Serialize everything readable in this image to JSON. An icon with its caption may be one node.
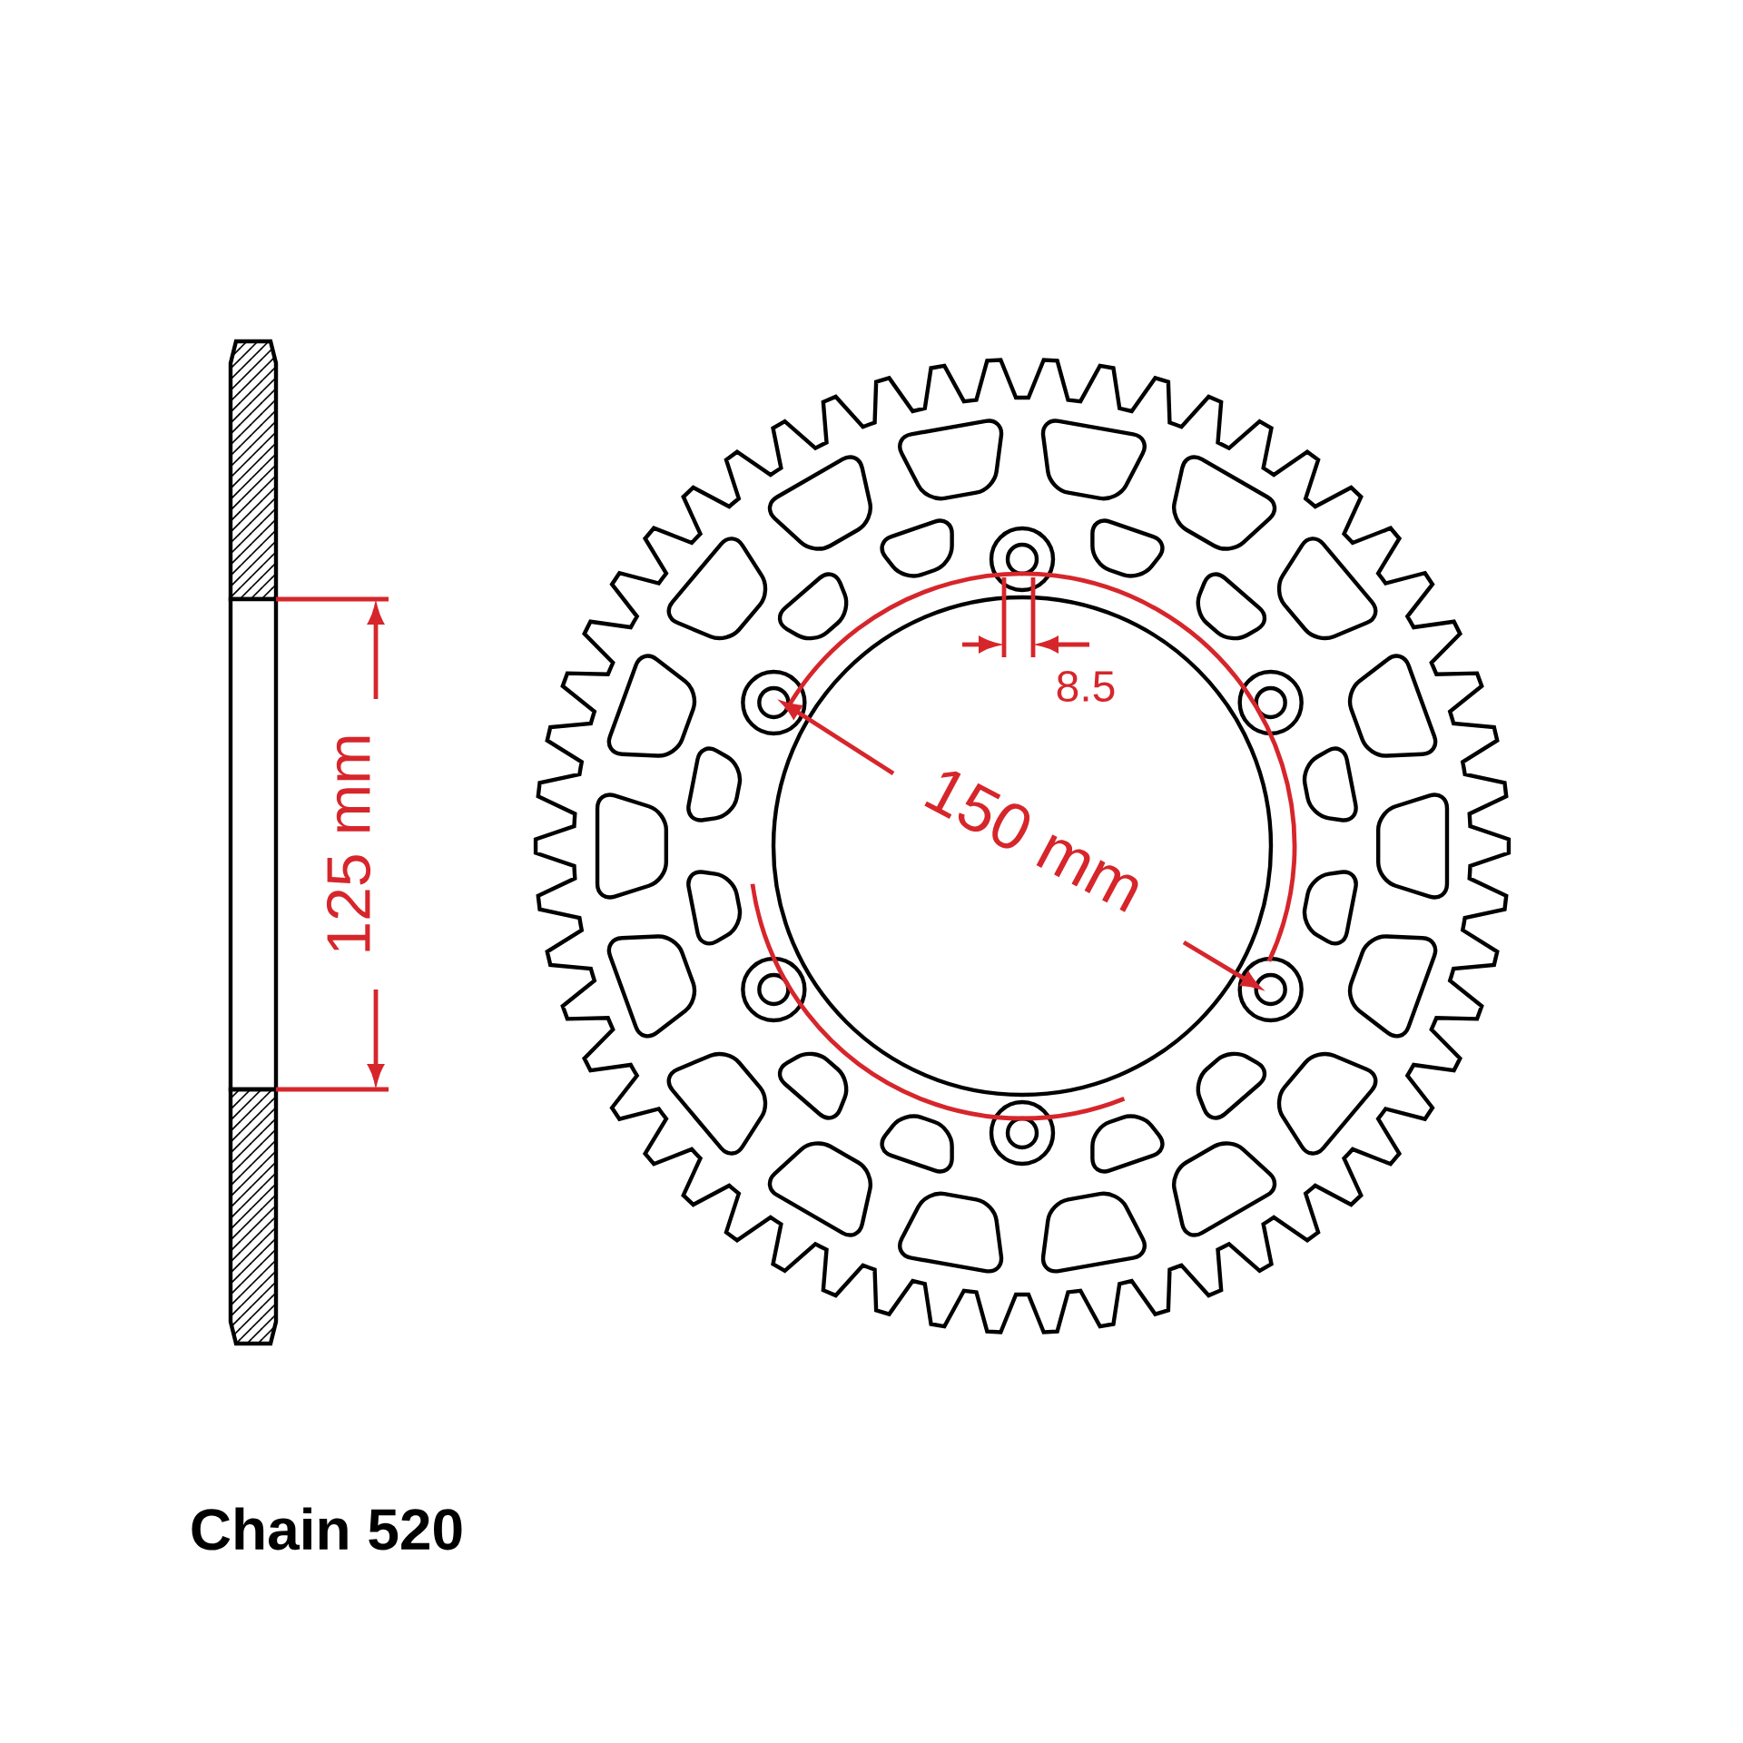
{
  "diagram": {
    "labels": [
      "125 mm",
      "8.5",
      "150 mm",
      "Chain 520"
    ]
  }
}
